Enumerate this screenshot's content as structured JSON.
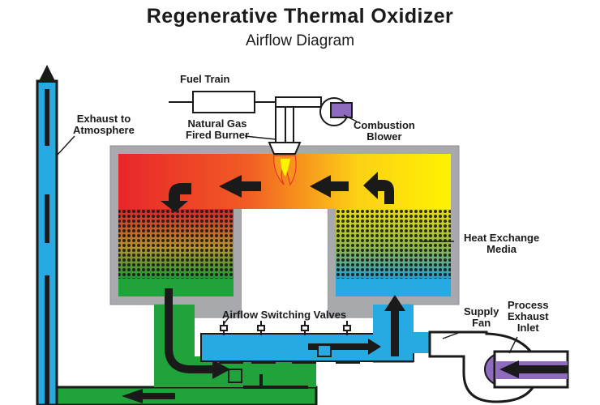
{
  "title": "Regenerative Thermal Oxidizer",
  "subtitle": "Airflow Diagram",
  "labels": {
    "fuel_train": "Fuel Train",
    "natural_gas_line1": "Natural Gas",
    "natural_gas_line2": "Fired Burner",
    "combustion_line1": "Combustion",
    "combustion_line2": "Blower",
    "exhaust_line1": "Exhaust to",
    "exhaust_line2": "Atmosphere",
    "heat_exchange_line1": "Heat Exchange",
    "heat_exchange_line2": "Media",
    "valves": "Airflow Switching Valves",
    "supply_line1": "Supply",
    "supply_line2": "Fan",
    "process_line1": "Process",
    "process_line2": "Exhaust",
    "process_line3": "Inlet"
  },
  "colors": {
    "hot_red": "#e8262b",
    "warm_orange": "#f7941d",
    "combustion_yellow": "#fff200",
    "cool_blue": "#27a9e1",
    "exhaust_green": "#1fa33a",
    "shell_gray": "#a7a9ac",
    "intake_purple": "#8e6bbf"
  }
}
